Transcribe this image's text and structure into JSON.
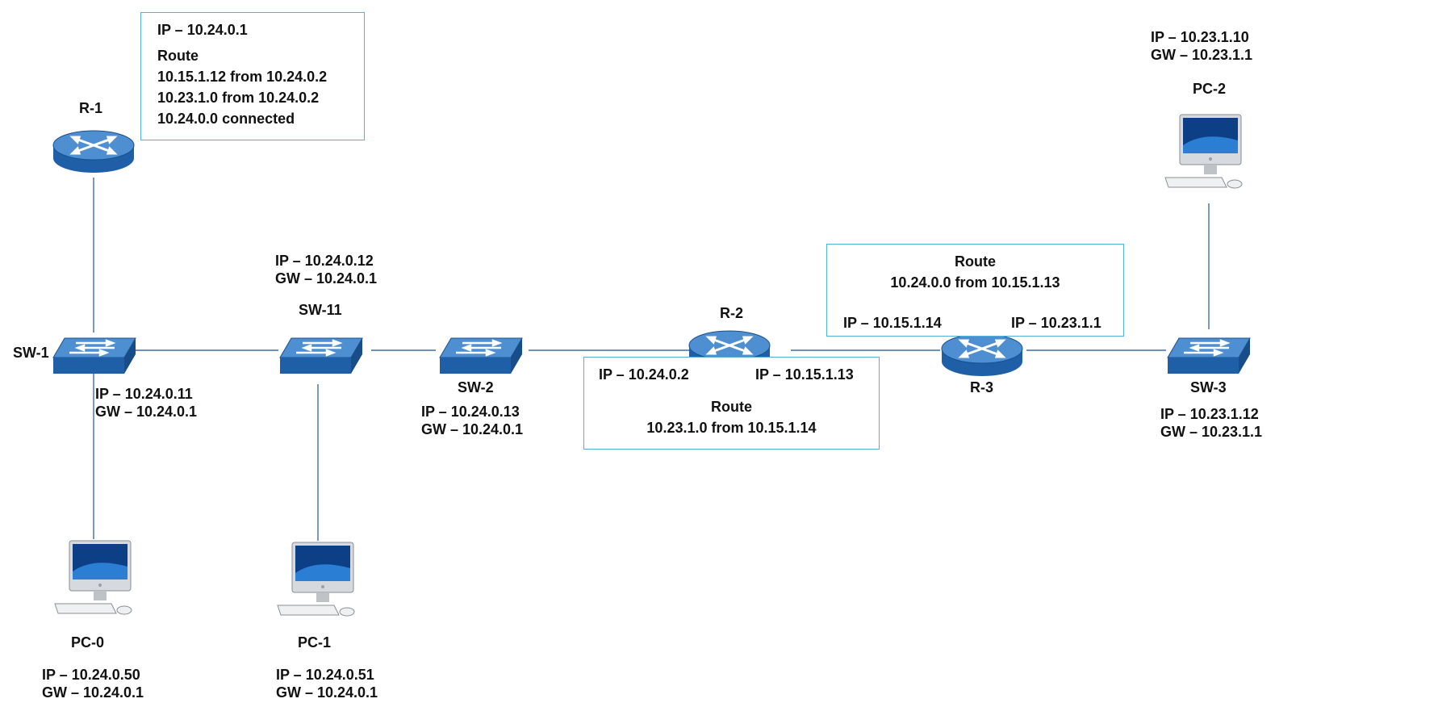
{
  "colors": {
    "device_blue": "#1f5fa8",
    "device_top": "#4d8fd1",
    "link_line": "#3f6ea8",
    "box_border": "#4fb3d9"
  },
  "devices": {
    "r1": {
      "name": "R-1",
      "icon": "router-icon"
    },
    "r2": {
      "name": "R-2",
      "icon": "router-icon"
    },
    "r3": {
      "name": "R-3",
      "icon": "router-icon"
    },
    "sw1": {
      "name": "SW-1",
      "icon": "switch-icon",
      "ip": "IP – 10.24.0.11",
      "gw": "GW – 10.24.0.1"
    },
    "sw11": {
      "name": "SW-11",
      "icon": "switch-icon",
      "ip": "IP – 10.24.0.12",
      "gw": "GW – 10.24.0.1"
    },
    "sw2": {
      "name": "SW-2",
      "icon": "switch-icon",
      "ip": "IP – 10.24.0.13",
      "gw": "GW – 10.24.0.1"
    },
    "sw3": {
      "name": "SW-3",
      "icon": "switch-icon",
      "ip": "IP – 10.23.1.12",
      "gw": "GW – 10.23.1.1"
    },
    "pc0": {
      "name": "PC-0",
      "icon": "computer-icon",
      "ip": "IP – 10.24.0.50",
      "gw": "GW – 10.24.0.1"
    },
    "pc1": {
      "name": "PC-1",
      "icon": "computer-icon",
      "ip": "IP – 10.24.0.51",
      "gw": "GW – 10.24.0.1"
    },
    "pc2": {
      "name": "PC-2",
      "icon": "computer-icon",
      "ip": "IP – 10.23.1.10",
      "gw": "GW – 10.23.1.1"
    }
  },
  "boxes": {
    "r1": {
      "ip": "IP – 10.24.0.1",
      "heading": "Route",
      "routes": [
        "10.15.1.12 from 10.24.0.2",
        "10.23.1.0 from 10.24.0.2",
        "10.24.0.0 connected"
      ]
    },
    "r2": {
      "ip_left": "IP – 10.24.0.2",
      "ip_right": "IP – 10.15.1.13",
      "heading": "Route",
      "routes": [
        "10.23.1.0 from 10.15.1.14"
      ]
    },
    "r3": {
      "heading": "Route",
      "routes": [
        "10.24.0.0 from 10.15.1.13"
      ],
      "ip_left": "IP – 10.15.1.14",
      "ip_right": "IP – 10.23.1.1"
    }
  }
}
